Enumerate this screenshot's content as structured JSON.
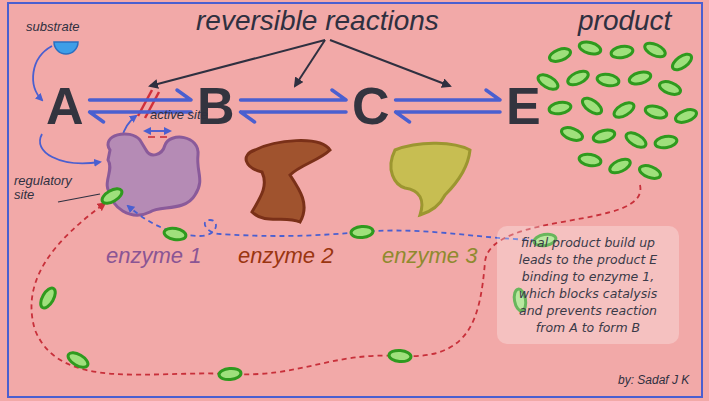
{
  "diagram": {
    "nodes": [
      {
        "text": [
          "A"
        ]
      },
      {
        "text": [
          "B"
        ]
      },
      {
        "text": [
          "C"
        ]
      },
      {
        "text": [
          "E"
        ]
      },
      {
        "text": [
          "final product build up leads to the product E binding to enzyme 1, which blocks catalysis and prevents reaction from A to form B"
        ]
      }
    ],
    "edges": [
      {
        "from": 0,
        "to": 1,
        "arrow": "both"
      },
      {
        "from": 1,
        "to": 2,
        "arrow": "both"
      },
      {
        "from": 2,
        "to": 3,
        "arrow": "both"
      }
    ],
    "labels": [
      "reversible reactions",
      "substrate",
      "product",
      "active site",
      "regulatory site",
      "enzyme 1",
      "enzyme 2",
      "enzyme 3",
      "by: Sadaf J K"
    ]
  }
}
